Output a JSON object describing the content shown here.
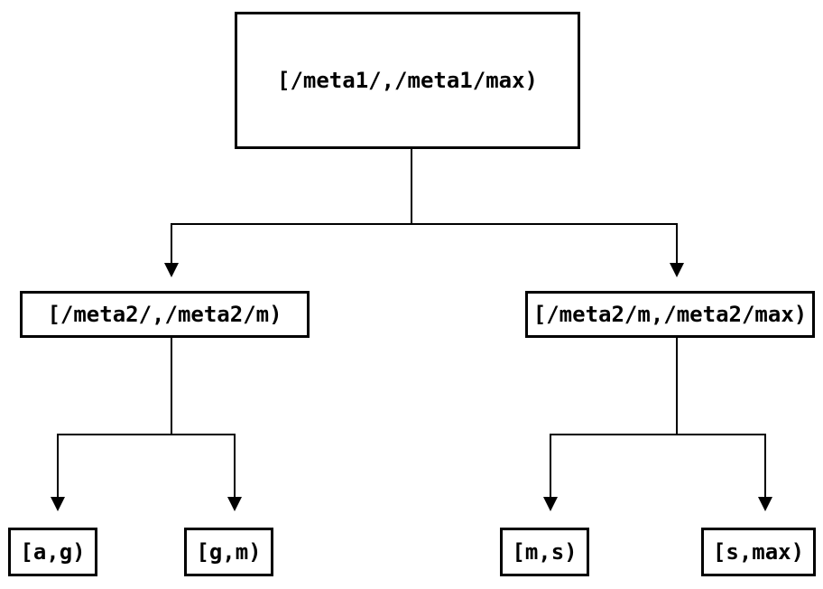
{
  "diagram": {
    "type": "binary-interval-tree",
    "colors": {
      "background": "#ffffff",
      "line": "#000000",
      "box_border": "#000000",
      "box_fill": "#ffffff",
      "text": "#000000"
    },
    "nodes": {
      "root": {
        "label": "[/meta1/,/meta1/max)"
      },
      "meta2_low": {
        "label": "[/meta2/,/meta2/m)"
      },
      "meta2_high": {
        "label": "[/meta2/m,/meta2/max)"
      },
      "leaf_ag": {
        "label": "[a,g)"
      },
      "leaf_gm": {
        "label": "[g,m)"
      },
      "leaf_ms": {
        "label": "[m,s)"
      },
      "leaf_smax": {
        "label": "[s,max)"
      }
    },
    "edges": [
      {
        "from": "root",
        "to": "meta2_low"
      },
      {
        "from": "root",
        "to": "meta2_high"
      },
      {
        "from": "meta2_low",
        "to": "leaf_ag"
      },
      {
        "from": "meta2_low",
        "to": "leaf_gm"
      },
      {
        "from": "meta2_high",
        "to": "leaf_ms"
      },
      {
        "from": "meta2_high",
        "to": "leaf_smax"
      }
    ]
  }
}
